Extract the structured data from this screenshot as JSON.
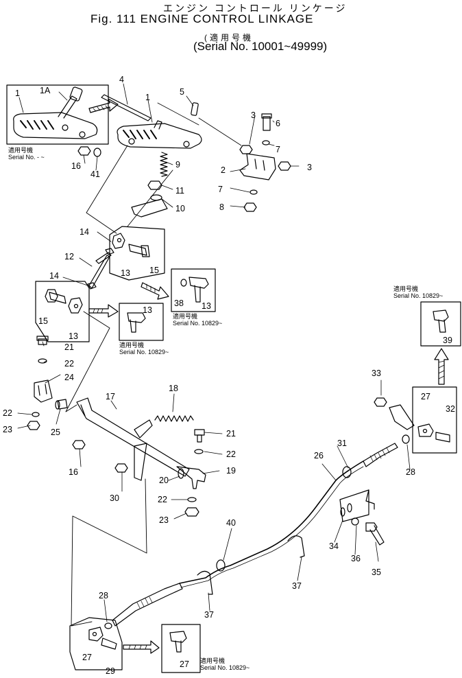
{
  "title_jp": "エンジン コントロール リンケージ",
  "title": "Fig. 111 ENGINE CONTROL LINKAGE",
  "serial_jp": "(適用号機",
  "serial": "(Serial No. 10001~49999)",
  "callouts": [
    {
      "id": "c1a",
      "text": "1"
    },
    {
      "id": "c1Aa",
      "text": "1A"
    },
    {
      "id": "c4",
      "text": "4"
    },
    {
      "id": "c1b",
      "text": "1"
    },
    {
      "id": "c5",
      "text": "5"
    },
    {
      "id": "c3a",
      "text": "3"
    },
    {
      "id": "c6",
      "text": "6"
    },
    {
      "id": "c7a",
      "text": "7"
    },
    {
      "id": "c2",
      "text": "2"
    },
    {
      "id": "c3b",
      "text": "3"
    },
    {
      "id": "c7b",
      "text": "7"
    },
    {
      "id": "c8",
      "text": "8"
    },
    {
      "id": "c9",
      "text": "9"
    },
    {
      "id": "c11",
      "text": "11"
    },
    {
      "id": "c10",
      "text": "10"
    },
    {
      "id": "c16a",
      "text": "16"
    },
    {
      "id": "c41",
      "text": "41"
    },
    {
      "id": "c14a",
      "text": "14"
    },
    {
      "id": "c12",
      "text": "12"
    },
    {
      "id": "c13a",
      "text": "13"
    },
    {
      "id": "c15a",
      "text": "15"
    },
    {
      "id": "c14b",
      "text": "14"
    },
    {
      "id": "c38",
      "text": "38"
    },
    {
      "id": "c13b",
      "text": "13"
    },
    {
      "id": "c15b",
      "text": "15"
    },
    {
      "id": "c13c",
      "text": "13"
    },
    {
      "id": "c13d",
      "text": "13"
    },
    {
      "id": "c21a",
      "text": "21"
    },
    {
      "id": "c22a",
      "text": "22"
    },
    {
      "id": "c24",
      "text": "24"
    },
    {
      "id": "c22b",
      "text": "22"
    },
    {
      "id": "c23a",
      "text": "23"
    },
    {
      "id": "c25",
      "text": "25"
    },
    {
      "id": "c17",
      "text": "17"
    },
    {
      "id": "c18",
      "text": "18"
    },
    {
      "id": "c16b",
      "text": "16"
    },
    {
      "id": "c21b",
      "text": "21"
    },
    {
      "id": "c22c",
      "text": "22"
    },
    {
      "id": "c19",
      "text": "19"
    },
    {
      "id": "c20",
      "text": "20"
    },
    {
      "id": "c30",
      "text": "30"
    },
    {
      "id": "c22d",
      "text": "22"
    },
    {
      "id": "c23b",
      "text": "23"
    },
    {
      "id": "c39",
      "text": "39"
    },
    {
      "id": "c33",
      "text": "33"
    },
    {
      "id": "c27a",
      "text": "27"
    },
    {
      "id": "c32",
      "text": "32"
    },
    {
      "id": "c28a",
      "text": "28"
    },
    {
      "id": "c31",
      "text": "31"
    },
    {
      "id": "c26",
      "text": "26"
    },
    {
      "id": "c34",
      "text": "34"
    },
    {
      "id": "c36",
      "text": "36"
    },
    {
      "id": "c35",
      "text": "35"
    },
    {
      "id": "c40",
      "text": "40"
    },
    {
      "id": "c37a",
      "text": "37"
    },
    {
      "id": "c37b",
      "text": "37"
    },
    {
      "id": "c28b",
      "text": "28"
    },
    {
      "id": "c27b",
      "text": "27"
    },
    {
      "id": "c29",
      "text": "29"
    },
    {
      "id": "c27c",
      "text": "27"
    }
  ],
  "serial_notes": [
    {
      "id": "n1",
      "jp": "適用号機",
      "text": "Serial No. - ~"
    },
    {
      "id": "n2",
      "jp": "適用号機",
      "text": "Serial No. 10829~"
    },
    {
      "id": "n3",
      "jp": "適用号機",
      "text": "Serial No. 10829~"
    },
    {
      "id": "n4",
      "jp": "適用号機",
      "text": "Serial No. 10829~"
    },
    {
      "id": "n5",
      "jp": "適用号機",
      "text": "Serial No. 10829~"
    }
  ]
}
